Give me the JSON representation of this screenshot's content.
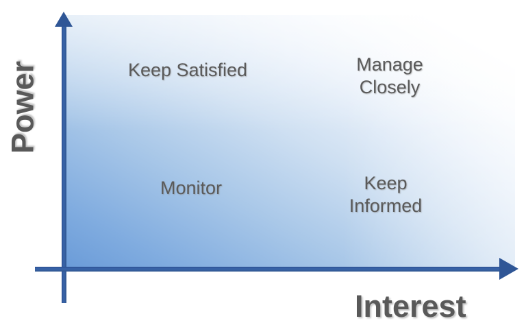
{
  "diagram": {
    "type": "power-interest-grid",
    "axes": {
      "y": {
        "label": "Power",
        "icon": "arrow-up-icon",
        "direction": "up"
      },
      "x": {
        "label": "Interest",
        "icon": "arrow-right-icon",
        "direction": "right"
      }
    },
    "quadrants": [
      {
        "id": "high-power-low-interest",
        "label": "Keep Satisfied",
        "position": "top-left"
      },
      {
        "id": "high-power-high-interest",
        "label": "Manage\nClosely",
        "position": "top-right"
      },
      {
        "id": "low-power-low-interest",
        "label": "Monitor",
        "position": "bottom-left"
      },
      {
        "id": "low-power-high-interest",
        "label": "Keep\nInformed",
        "position": "bottom-right"
      }
    ],
    "colors": {
      "axis_blue": "#2f5696",
      "fill_dark_blue": "#6a9bd8",
      "fill_light": "#ffffff",
      "label_gray": "#5a5a5a",
      "axis_title_gray": "#595959",
      "background": "#ffffff"
    }
  }
}
